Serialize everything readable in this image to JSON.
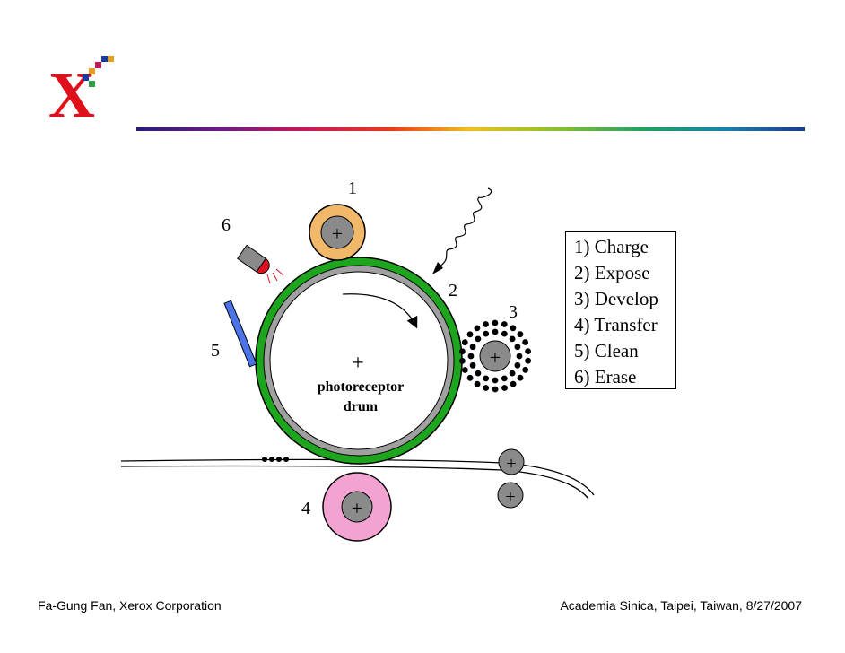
{
  "logo": {
    "letter": "X",
    "color": "#e0101a"
  },
  "diagram": {
    "labels": {
      "charge": "1",
      "expose": "2",
      "develop": "3",
      "transfer": "4",
      "clean": "5",
      "erase": "6"
    },
    "drum_label_line1": "photoreceptor",
    "drum_label_line2": "drum",
    "plus": "+",
    "colors": {
      "charge_roller": "#f2b86a",
      "drum_coating": "#1ea51e",
      "drum_inner_ring": "#a0a0a0",
      "transfer_roller": "#f2a3d2",
      "blade": "#4a74e8",
      "roller_core": "#8a8a8a"
    }
  },
  "legend": {
    "items": [
      "1) Charge",
      "2) Expose",
      "3) Develop",
      "4) Transfer",
      "5) Clean",
      "6) Erase"
    ]
  },
  "footer": {
    "left": "Fa-Gung Fan, Xerox Corporation",
    "right": "Academia Sinica, Taipei, Taiwan, 8/27/2007"
  }
}
